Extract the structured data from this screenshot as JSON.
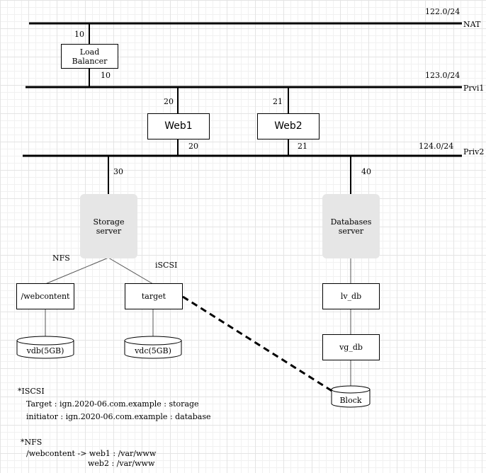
{
  "networks": {
    "nat": {
      "subnet": "122.0/24",
      "name": "NAT"
    },
    "prvi1": {
      "subnet": "123.0/24",
      "name": "Prvi1"
    },
    "priv2": {
      "subnet": "124.0/24",
      "name": "Priv2"
    }
  },
  "nodes": {
    "load_balancer": {
      "label": "Load\nBalancer",
      "port_nat": "10",
      "port_prvi1": "10"
    },
    "web1": {
      "label": "Web1",
      "port_prvi1": "20",
      "port_priv2": "20"
    },
    "web2": {
      "label": "Web2",
      "port_prvi1": "21",
      "port_priv2": "21"
    },
    "storage_server": {
      "label": "Storage\nserver",
      "port_priv2": "30"
    },
    "databases_server": {
      "label": "Databases\nserver",
      "port_priv2": "40"
    }
  },
  "storage": {
    "nfs_label": "NFS",
    "iscsi_label": "iSCSI",
    "webcontent": "/webcontent",
    "target": "target",
    "vdb": "vdb(5GB)",
    "vdc": "vdc(5GB)"
  },
  "database": {
    "lv": "lv_db",
    "vg": "vg_db",
    "block": "Block"
  },
  "notes": {
    "iscsi_title": "*ISCSI",
    "iscsi_target": "Target : ign.2020-06.com.example : storage",
    "iscsi_initiator": "initiator : ign.2020-06.com.example : database",
    "nfs_title": "*NFS",
    "nfs_line1": "/webcontent -> web1 : /var/www",
    "nfs_line2": "web2 : /var/www"
  },
  "colors": {
    "line": "#000000",
    "server_fill": "#e6e6e6",
    "grid": "#e4e4e4"
  }
}
